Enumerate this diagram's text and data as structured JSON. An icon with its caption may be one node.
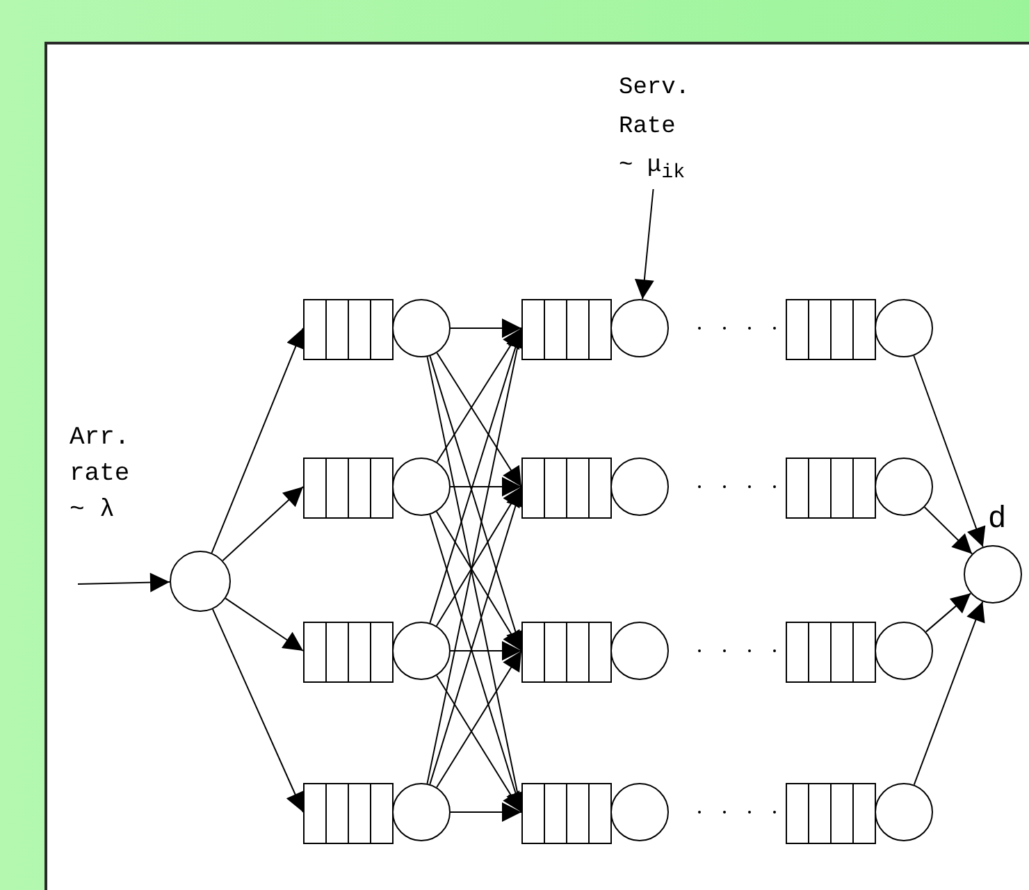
{
  "diagram": {
    "nodes": [
      {
        "text": [
          "Serv. Rate ~ μ$_{ik}$"
        ]
      },
      {
        "text": [],
        "shape": "circle"
      },
      {
        "text": [],
        "shape": "queue"
      },
      {
        "text": [],
        "shape": "circle"
      },
      {
        "text": [],
        "shape": "queue"
      },
      {
        "text": [],
        "shape": "circle"
      },
      {
        "text": [],
        "shape": "queue"
      },
      {
        "text": [],
        "shape": "circle"
      },
      {
        "text": [],
        "shape": "queue"
      },
      {
        "text": [],
        "shape": "circle"
      },
      {
        "text": [],
        "shape": "queue"
      },
      {
        "text": [],
        "shape": "circle"
      },
      {
        "text": [],
        "shape": "queue"
      },
      {
        "text": [],
        "shape": "circle"
      },
      {
        "text": [],
        "shape": "queue"
      },
      {
        "text": [],
        "shape": "circle"
      },
      {
        "text": [],
        "shape": "queue"
      },
      {
        "text": [],
        "shape": "circle"
      },
      {
        "text": [],
        "shape": "queue"
      },
      {
        "text": [],
        "shape": "circle"
      },
      {
        "text": [],
        "shape": "queue"
      },
      {
        "text": [],
        "shape": "circle"
      },
      {
        "text": [],
        "shape": "queue"
      },
      {
        "text": [],
        "shape": "circle"
      },
      {
        "text": [],
        "shape": "queue"
      },
      {
        "text": [],
        "shape": "circle"
      },
      {
        "text": [
          "d"
        ]
      }
    ],
    "edges": [
      {
        "from": null,
        "to": 1,
        "arrow": "to"
      },
      {
        "from": 1,
        "to": 2,
        "arrow": "to"
      },
      {
        "from": 1,
        "to": 4,
        "arrow": "to"
      },
      {
        "from": 1,
        "to": 6,
        "arrow": "to"
      },
      {
        "from": 1,
        "to": 8,
        "arrow": "to"
      },
      {
        "from": 3,
        "to": 10,
        "arrow": "to"
      },
      {
        "from": 3,
        "to": 12,
        "arrow": "to"
      },
      {
        "from": 3,
        "to": 14,
        "arrow": "to"
      },
      {
        "from": 3,
        "to": 16,
        "arrow": "to"
      },
      {
        "from": 5,
        "to": 10,
        "arrow": "to"
      },
      {
        "from": 5,
        "to": 12,
        "arrow": "to"
      },
      {
        "from": 5,
        "to": 14,
        "arrow": "to"
      },
      {
        "from": 5,
        "to": 16,
        "arrow": "to"
      },
      {
        "from": 7,
        "to": 10,
        "arrow": "to"
      },
      {
        "from": 7,
        "to": 12,
        "arrow": "to"
      },
      {
        "from": 7,
        "to": 14,
        "arrow": "to"
      },
      {
        "from": 7,
        "to": 16,
        "arrow": "to"
      },
      {
        "from": 9,
        "to": 10,
        "arrow": "to"
      },
      {
        "from": 9,
        "to": 12,
        "arrow": "to"
      },
      {
        "from": 9,
        "to": 14,
        "arrow": "to"
      },
      {
        "from": 9,
        "to": 16,
        "arrow": "to"
      },
      {
        "from": 19,
        "to": 26,
        "arrow": "to"
      },
      {
        "from": 21,
        "to": 26,
        "arrow": "to"
      },
      {
        "from": 23,
        "to": 26,
        "arrow": "to"
      },
      {
        "from": 25,
        "to": 26,
        "arrow": "to"
      },
      {
        "from": 0,
        "to": 11,
        "arrow": "to"
      }
    ],
    "labels": [
      "Arr. rate ~ λ"
    ]
  }
}
